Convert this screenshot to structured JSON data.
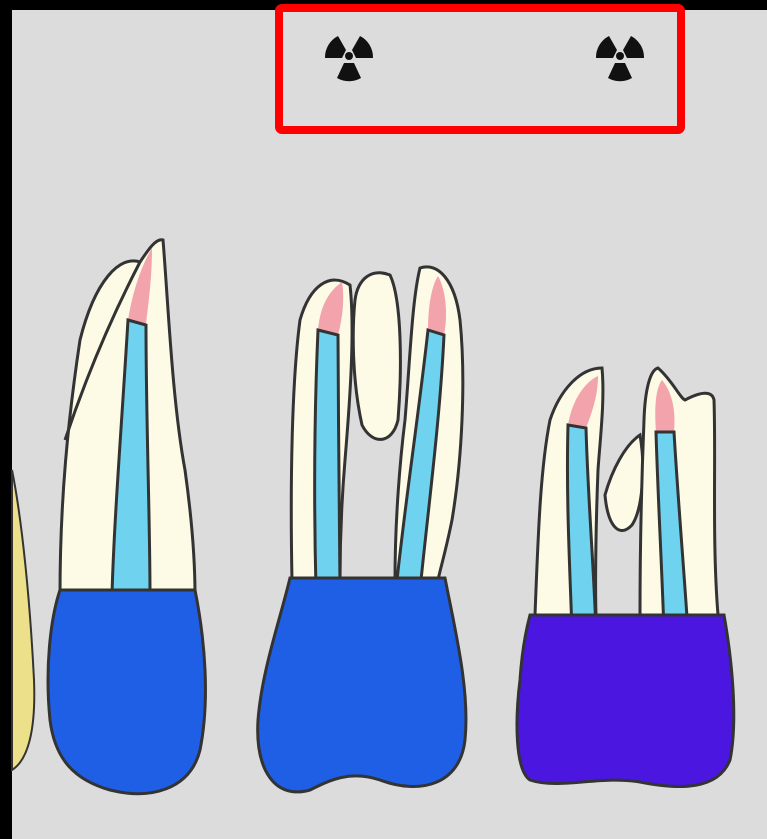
{
  "image": {
    "background": "#dcdcdc",
    "frame_color": "#000000"
  },
  "highlight": {
    "color": "#ff0000",
    "contains": [
      "radiation-icon",
      "radiation-icon"
    ]
  },
  "icons": [
    "radiation-icon",
    "radiation-icon"
  ],
  "teeth": [
    {
      "name": "tooth-left",
      "crown_color": "#1f5fe6",
      "root_color": "#fdfbe6",
      "canal_color": "#6fd3f0",
      "apex_color": "#f2a3ab",
      "root_count": 1
    },
    {
      "name": "tooth-middle",
      "crown_color": "#1f5fe6",
      "root_color": "#fdfbe6",
      "canal_color": "#6fd3f0",
      "apex_color": "#f2a3ab",
      "root_count": 2
    },
    {
      "name": "tooth-right",
      "crown_color": "#4b16e0",
      "root_color": "#fdfbe6",
      "canal_color": "#6fd3f0",
      "apex_color": "#f2a3ab",
      "root_count": 2
    }
  ],
  "partial_tooth_color": "#ede08a"
}
